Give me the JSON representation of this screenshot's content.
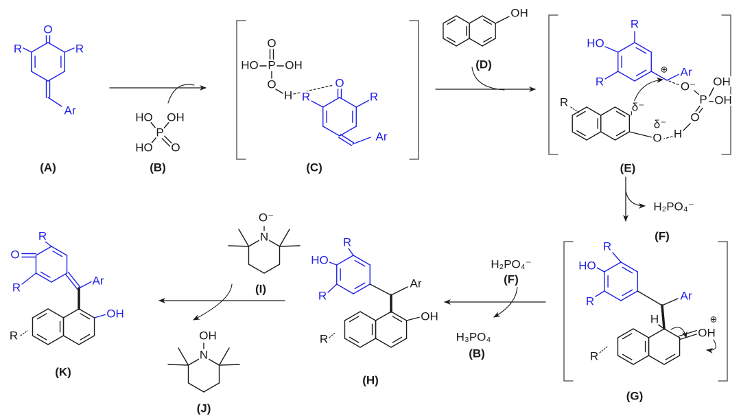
{
  "colors": {
    "highlight": "#1f1fe6",
    "ink": "#1a1a1a"
  },
  "compounds": {
    "A": {
      "label": "(A)",
      "O": "O",
      "R1": "R",
      "R2": "R",
      "Ar": "Ar"
    },
    "B": {
      "label": "(B)",
      "HO1": "HO",
      "OH": "OH",
      "P": "P",
      "HO2": "HO",
      "O": "O"
    },
    "C": {
      "label": "(C)",
      "HO": "HO",
      "P": "P",
      "OH": "OH",
      "O_top": "O",
      "O_H": "O",
      "H": "H",
      "O_carbonyl": "O",
      "R1": "R",
      "R2": "R",
      "Ar": "Ar"
    },
    "D": {
      "label": "(D)",
      "OH": "OH"
    },
    "E": {
      "label": "(E)",
      "HO": "HO",
      "R1": "R",
      "R2": "R",
      "plus": "⊕",
      "Ar": "Ar",
      "O_minus": "O⁻",
      "P": "P",
      "OH1": "OH",
      "OH2": "OH",
      "O_dbl": "O",
      "H": "H",
      "O_naph": "O",
      "delta1": "δ⁻",
      "delta2": "δ⁻",
      "R_naph": "R"
    },
    "F": {
      "label": "(F)",
      "formula": "H₂PO₄⁻"
    },
    "G": {
      "label": "(G)",
      "HO": "HO",
      "R1": "R",
      "R2": "R",
      "Ar": "Ar",
      "H": "H",
      "plus": "⊕",
      "OH": "OH",
      "R_naph": "R"
    },
    "F2": {
      "label": "(F)",
      "formula": "H₂PO₄⁻"
    },
    "B2": {
      "label": "(B)",
      "formula": "H₃PO₄"
    },
    "H": {
      "label": "(H)",
      "HO": "HO",
      "R1": "R",
      "R2": "R",
      "Ar": "Ar",
      "OH": "OH",
      "R_naph": "R"
    },
    "I": {
      "label": "(I)",
      "N": "N",
      "O_minus": "O⁻"
    },
    "J": {
      "label": "(J)",
      "N": "N",
      "OH": "OH"
    },
    "K": {
      "label": "(K)",
      "O": "O",
      "R1": "R",
      "R2": "R",
      "Ar": "Ar",
      "OH": "OH",
      "R_naph": "R"
    }
  }
}
